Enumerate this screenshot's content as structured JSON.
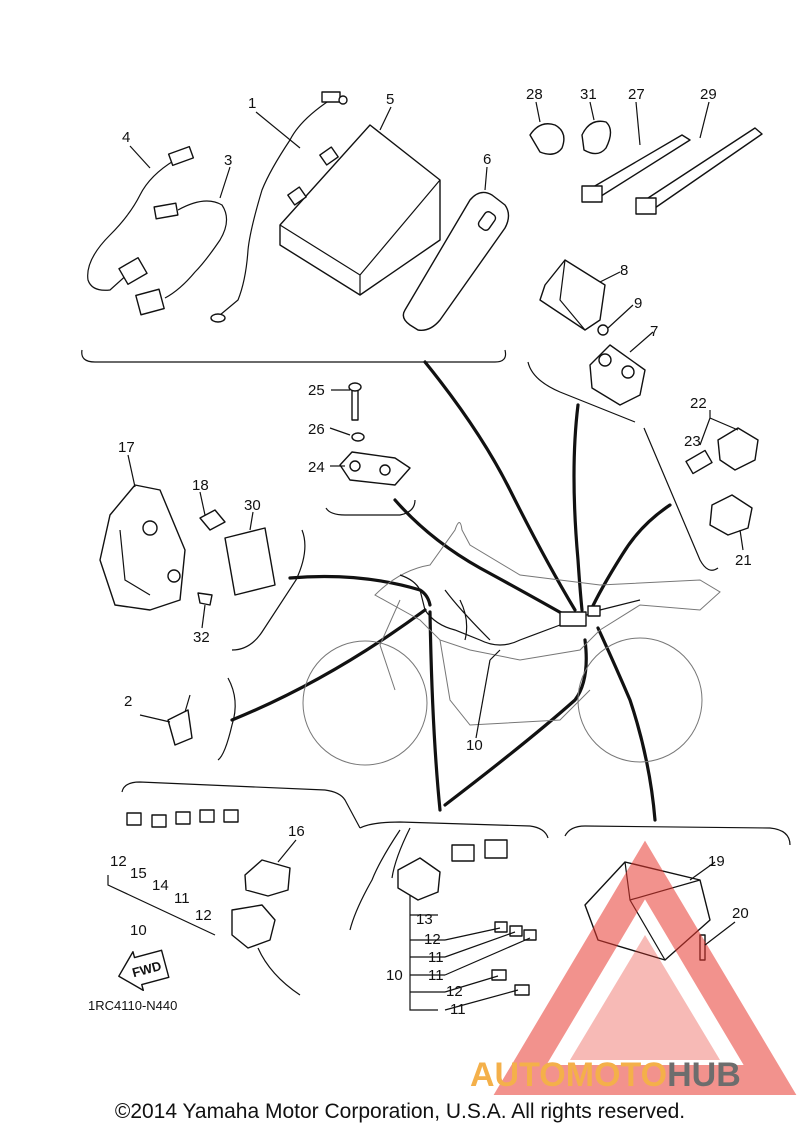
{
  "diagram": {
    "part_numbers": [
      "1",
      "2",
      "3",
      "4",
      "5",
      "6",
      "7",
      "8",
      "9",
      "10",
      "10",
      "10",
      "10",
      "11",
      "11",
      "11",
      "11",
      "12",
      "12",
      "12",
      "12",
      "13",
      "14",
      "15",
      "16",
      "17",
      "18",
      "19",
      "20",
      "21",
      "22",
      "23",
      "24",
      "25",
      "26",
      "27",
      "28",
      "29",
      "30",
      "31",
      "32"
    ],
    "fwd_label": "FWD",
    "drawing_code": "1RC4110-N440",
    "copyright": "©2014 Yamaha Motor Corporation, U.S.A. All rights reserved."
  },
  "watermark": {
    "text_auto": "AUTO",
    "text_moto": "MOTO",
    "text_hub": "HUB",
    "colors": {
      "red": "#e8382f",
      "orange": "#f4b04a",
      "gray": "#6d6d6d"
    }
  }
}
